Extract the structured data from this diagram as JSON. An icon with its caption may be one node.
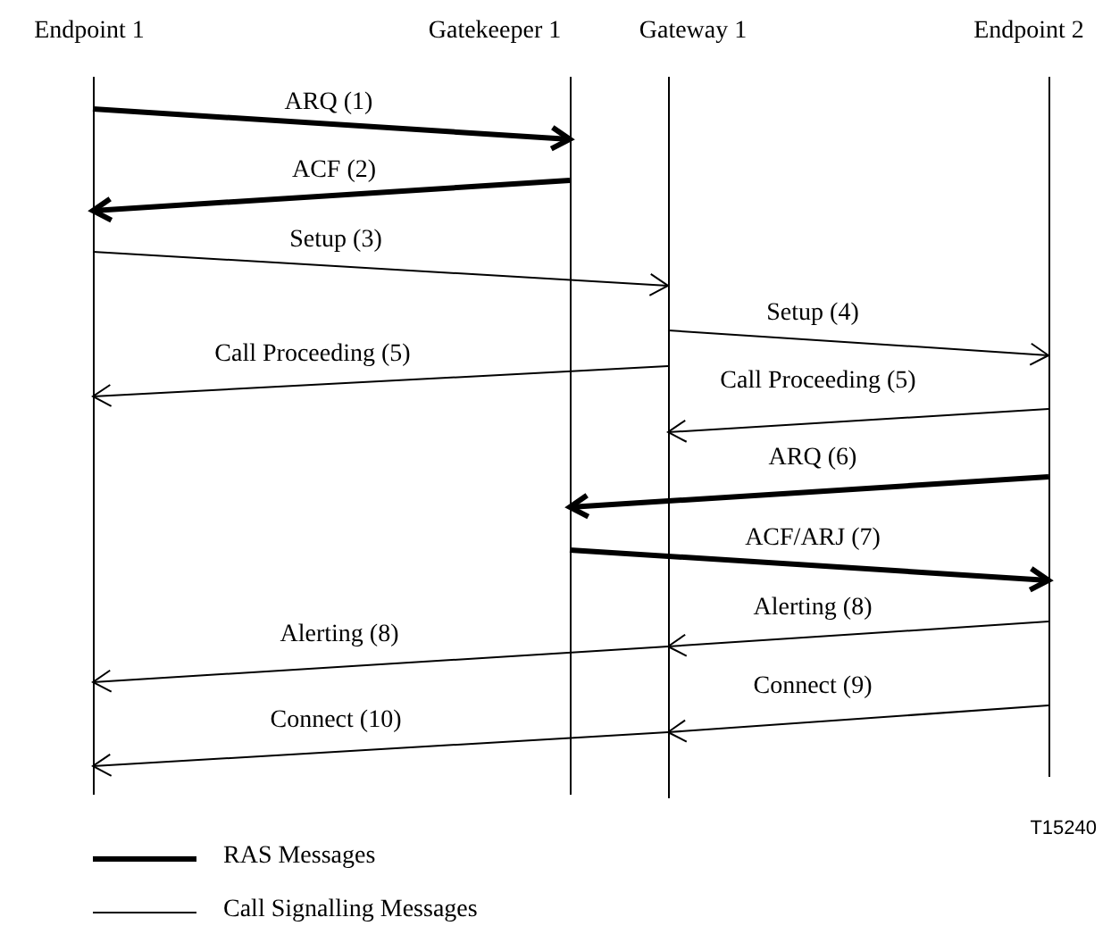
{
  "diagram": {
    "nodes": [
      {
        "text": [
          "Endpoint 1"
        ]
      },
      {
        "text": [
          "Gatekeeper 1"
        ]
      },
      {
        "text": [
          "Gateway 1"
        ]
      },
      {
        "text": [
          "Endpoint 2"
        ]
      }
    ],
    "edges": [
      {
        "from": 0,
        "to": 1,
        "arrow": "to",
        "label": "ARQ (1)",
        "style": "thick"
      },
      {
        "from": 1,
        "to": 0,
        "arrow": "to",
        "label": "ACF (2)",
        "style": "thick"
      },
      {
        "from": 0,
        "to": 2,
        "arrow": "to",
        "label": "Setup (3)"
      },
      {
        "from": 2,
        "to": 3,
        "arrow": "to",
        "label": "Setup (4)"
      },
      {
        "from": 2,
        "to": 0,
        "arrow": "to",
        "label": "Call Proceeding (5)"
      },
      {
        "from": 3,
        "to": 2,
        "arrow": "to",
        "label": "Call Proceeding (5)"
      },
      {
        "from": 3,
        "to": 1,
        "arrow": "to",
        "label": "ARQ (6)",
        "style": "thick"
      },
      {
        "from": 1,
        "to": 3,
        "arrow": "to",
        "label": "ACF/ARJ (7)",
        "style": "thick"
      },
      {
        "from": 3,
        "to": 2,
        "arrow": "to",
        "label": "Alerting (8)"
      },
      {
        "from": 2,
        "to": 0,
        "arrow": "to",
        "label": "Alerting (8)"
      },
      {
        "from": 3,
        "to": 2,
        "arrow": "to",
        "label": "Connect (9)"
      },
      {
        "from": 2,
        "to": 0,
        "arrow": "to",
        "label": "Connect (10)"
      }
    ],
    "labels": [
      "T15240"
    ],
    "legend": [
      {
        "text": "RAS Messages"
      },
      {
        "text": "Call Signalling Messages"
      }
    ]
  }
}
